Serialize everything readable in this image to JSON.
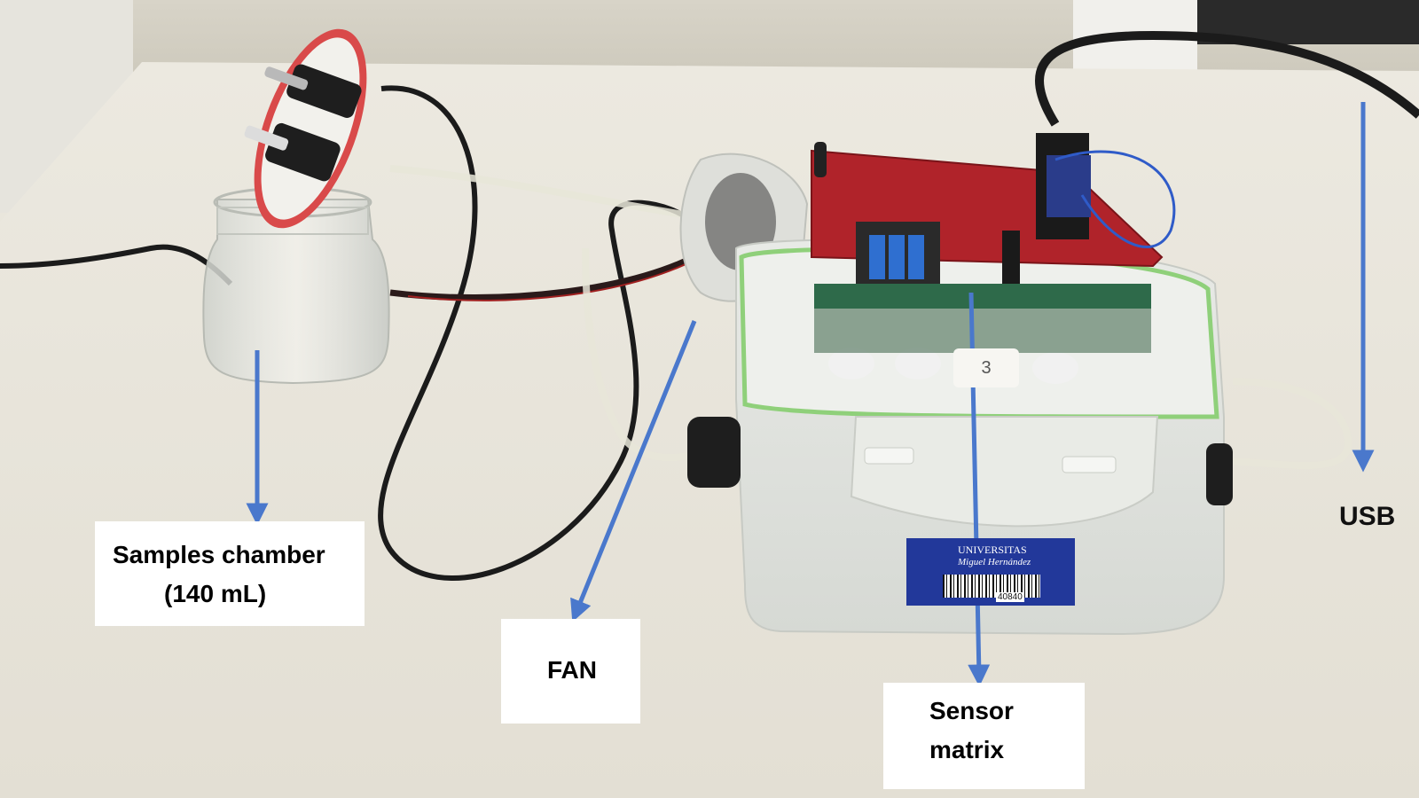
{
  "labels": {
    "samples_chamber_line1": "Samples chamber",
    "samples_chamber_line2": "(140 mL)",
    "fan": "FAN",
    "sensor_matrix_line1": "Sensor",
    "sensor_matrix_line2": "matrix",
    "usb": "USB"
  },
  "device": {
    "tag_title": "UNIVERSITAS",
    "tag_subtitle": "Miguel Hernández",
    "barcode_number": "40840",
    "sticker_number": "3"
  },
  "colors": {
    "arrow": "#4a78cc",
    "pcb": "#b0232a",
    "container_seal": "#8fd07a",
    "lid": "#d94a4a",
    "tag": "#22389a"
  }
}
